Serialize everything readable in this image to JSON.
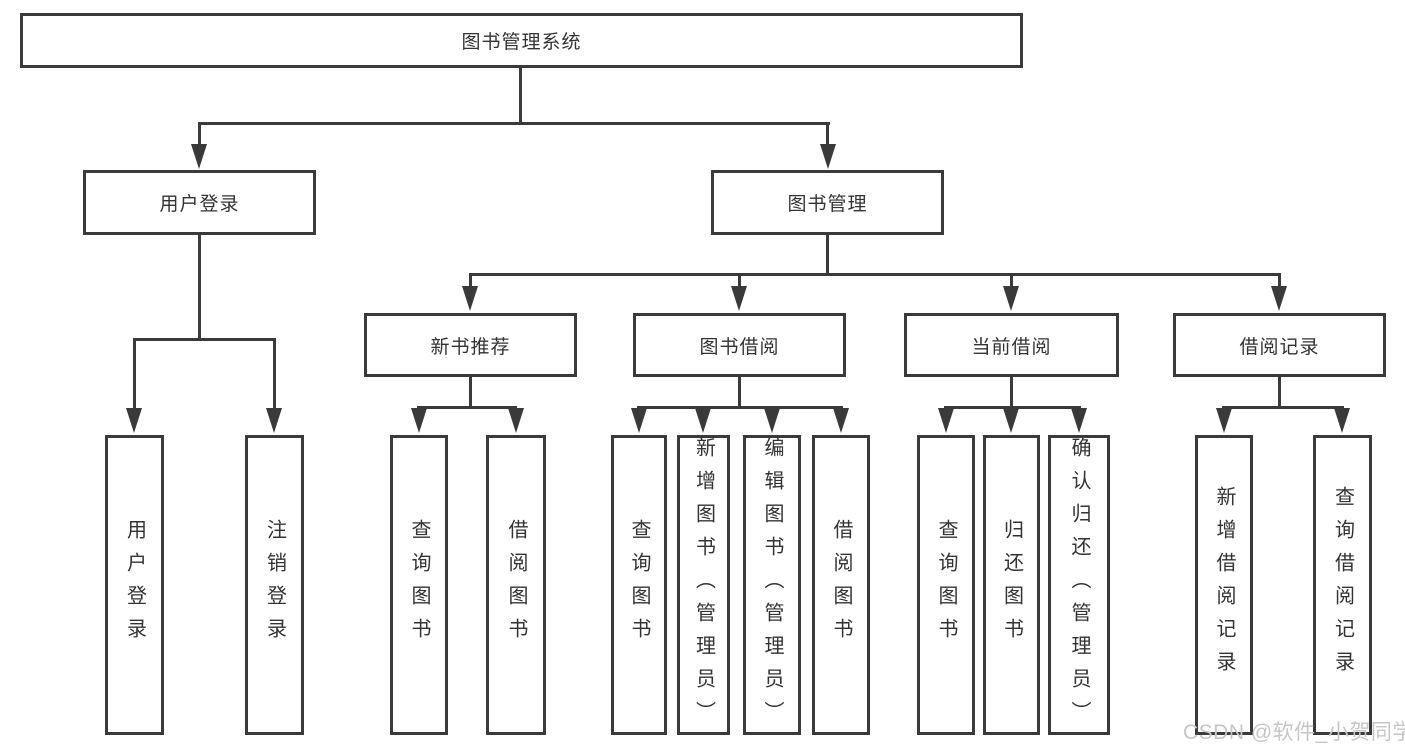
{
  "colors": {
    "line": "#3a3a3a",
    "text": "#333333",
    "watermark": "#c6c6c6"
  },
  "watermark": {
    "text": "CSDN @软件_小贺同学"
  },
  "tree": {
    "label": "图书管理系统",
    "children": [
      {
        "label": "用户登录",
        "children": [
          {
            "label": "用户登录"
          },
          {
            "label": "注销登录"
          }
        ]
      },
      {
        "label": "图书管理",
        "children": [
          {
            "label": "新书推荐",
            "children": [
              {
                "label": "查询图书"
              },
              {
                "label": "借阅图书"
              }
            ]
          },
          {
            "label": "图书借阅",
            "children": [
              {
                "label": "查询图书"
              },
              {
                "label": "新增图书（管理员）"
              },
              {
                "label": "编辑图书（管理员）"
              },
              {
                "label": "借阅图书"
              }
            ]
          },
          {
            "label": "当前借阅",
            "children": [
              {
                "label": "查询图书"
              },
              {
                "label": "归还图书"
              },
              {
                "label": "确认归还（管理员）"
              }
            ]
          },
          {
            "label": "借阅记录",
            "children": [
              {
                "label": "新增借阅记录"
              },
              {
                "label": "查询借阅记录"
              }
            ]
          }
        ]
      }
    ]
  }
}
